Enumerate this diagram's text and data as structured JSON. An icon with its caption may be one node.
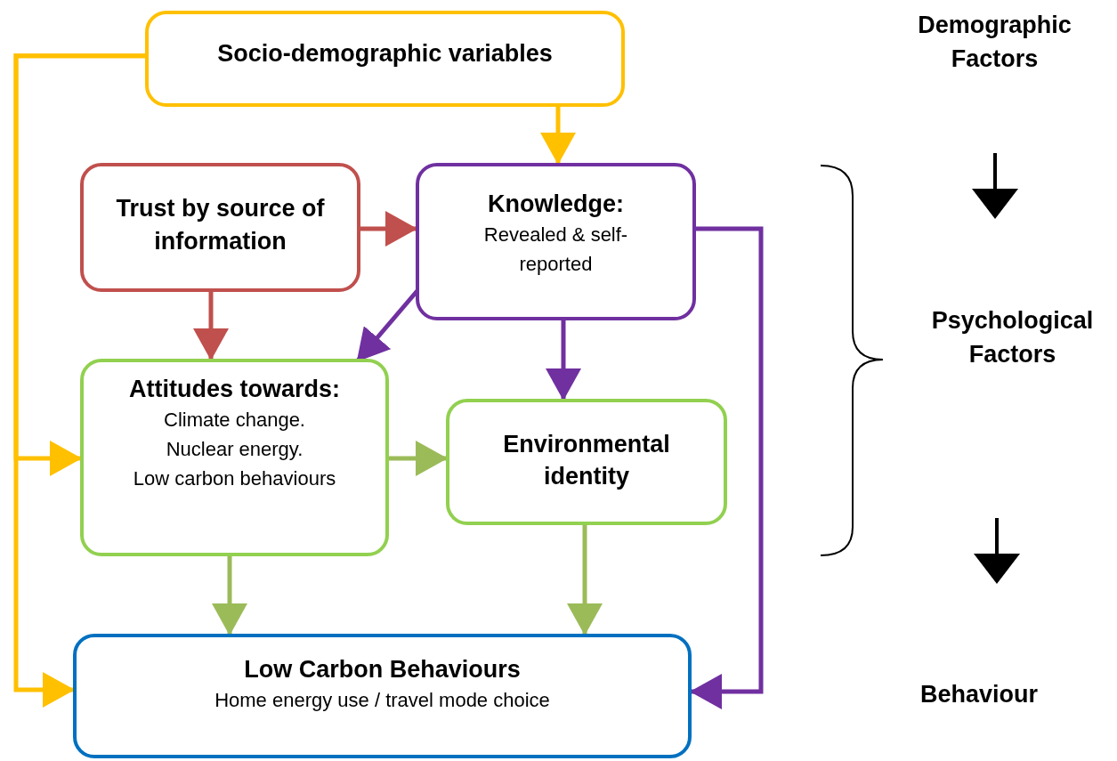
{
  "diagram": {
    "nodes": [
      {
        "text": [
          "Socio-demographic variables"
        ]
      },
      {
        "text": [
          "Trust by source of information"
        ]
      },
      {
        "text": [
          "Knowledge:",
          "Revealed & self-reported"
        ]
      },
      {
        "text": [
          "Attitudes towards:",
          "Climate change.",
          "Nuclear energy.",
          "Low carbon behaviours"
        ]
      },
      {
        "text": [
          "Environmental identity"
        ]
      },
      {
        "text": [
          "Low Carbon Behaviours",
          "Home energy use / travel mode choice"
        ]
      }
    ],
    "edges": [
      {
        "from": 0,
        "to": 2,
        "arrow": "to",
        "color": "#ffc000"
      },
      {
        "from": 0,
        "to": 3,
        "arrow": "to",
        "color": "#ffc000"
      },
      {
        "from": 0,
        "to": 5,
        "arrow": "to",
        "color": "#ffc000"
      },
      {
        "from": 1,
        "to": 2,
        "arrow": "to",
        "color": "#c0504d"
      },
      {
        "from": 1,
        "to": 3,
        "arrow": "to",
        "color": "#c0504d"
      },
      {
        "from": 2,
        "to": 3,
        "arrow": "to",
        "color": "#7030a0"
      },
      {
        "from": 2,
        "to": 4,
        "arrow": "to",
        "color": "#7030a0"
      },
      {
        "from": 2,
        "to": 5,
        "arrow": "to",
        "color": "#7030a0"
      },
      {
        "from": 3,
        "to": 4,
        "arrow": "to",
        "color": "#9bbb59"
      },
      {
        "from": 3,
        "to": 5,
        "arrow": "to",
        "color": "#9bbb59"
      },
      {
        "from": 4,
        "to": 5,
        "arrow": "to",
        "color": "#9bbb59"
      }
    ],
    "labels": [
      "Demographic Factors",
      "Psychological Factors",
      "Behaviour"
    ]
  }
}
